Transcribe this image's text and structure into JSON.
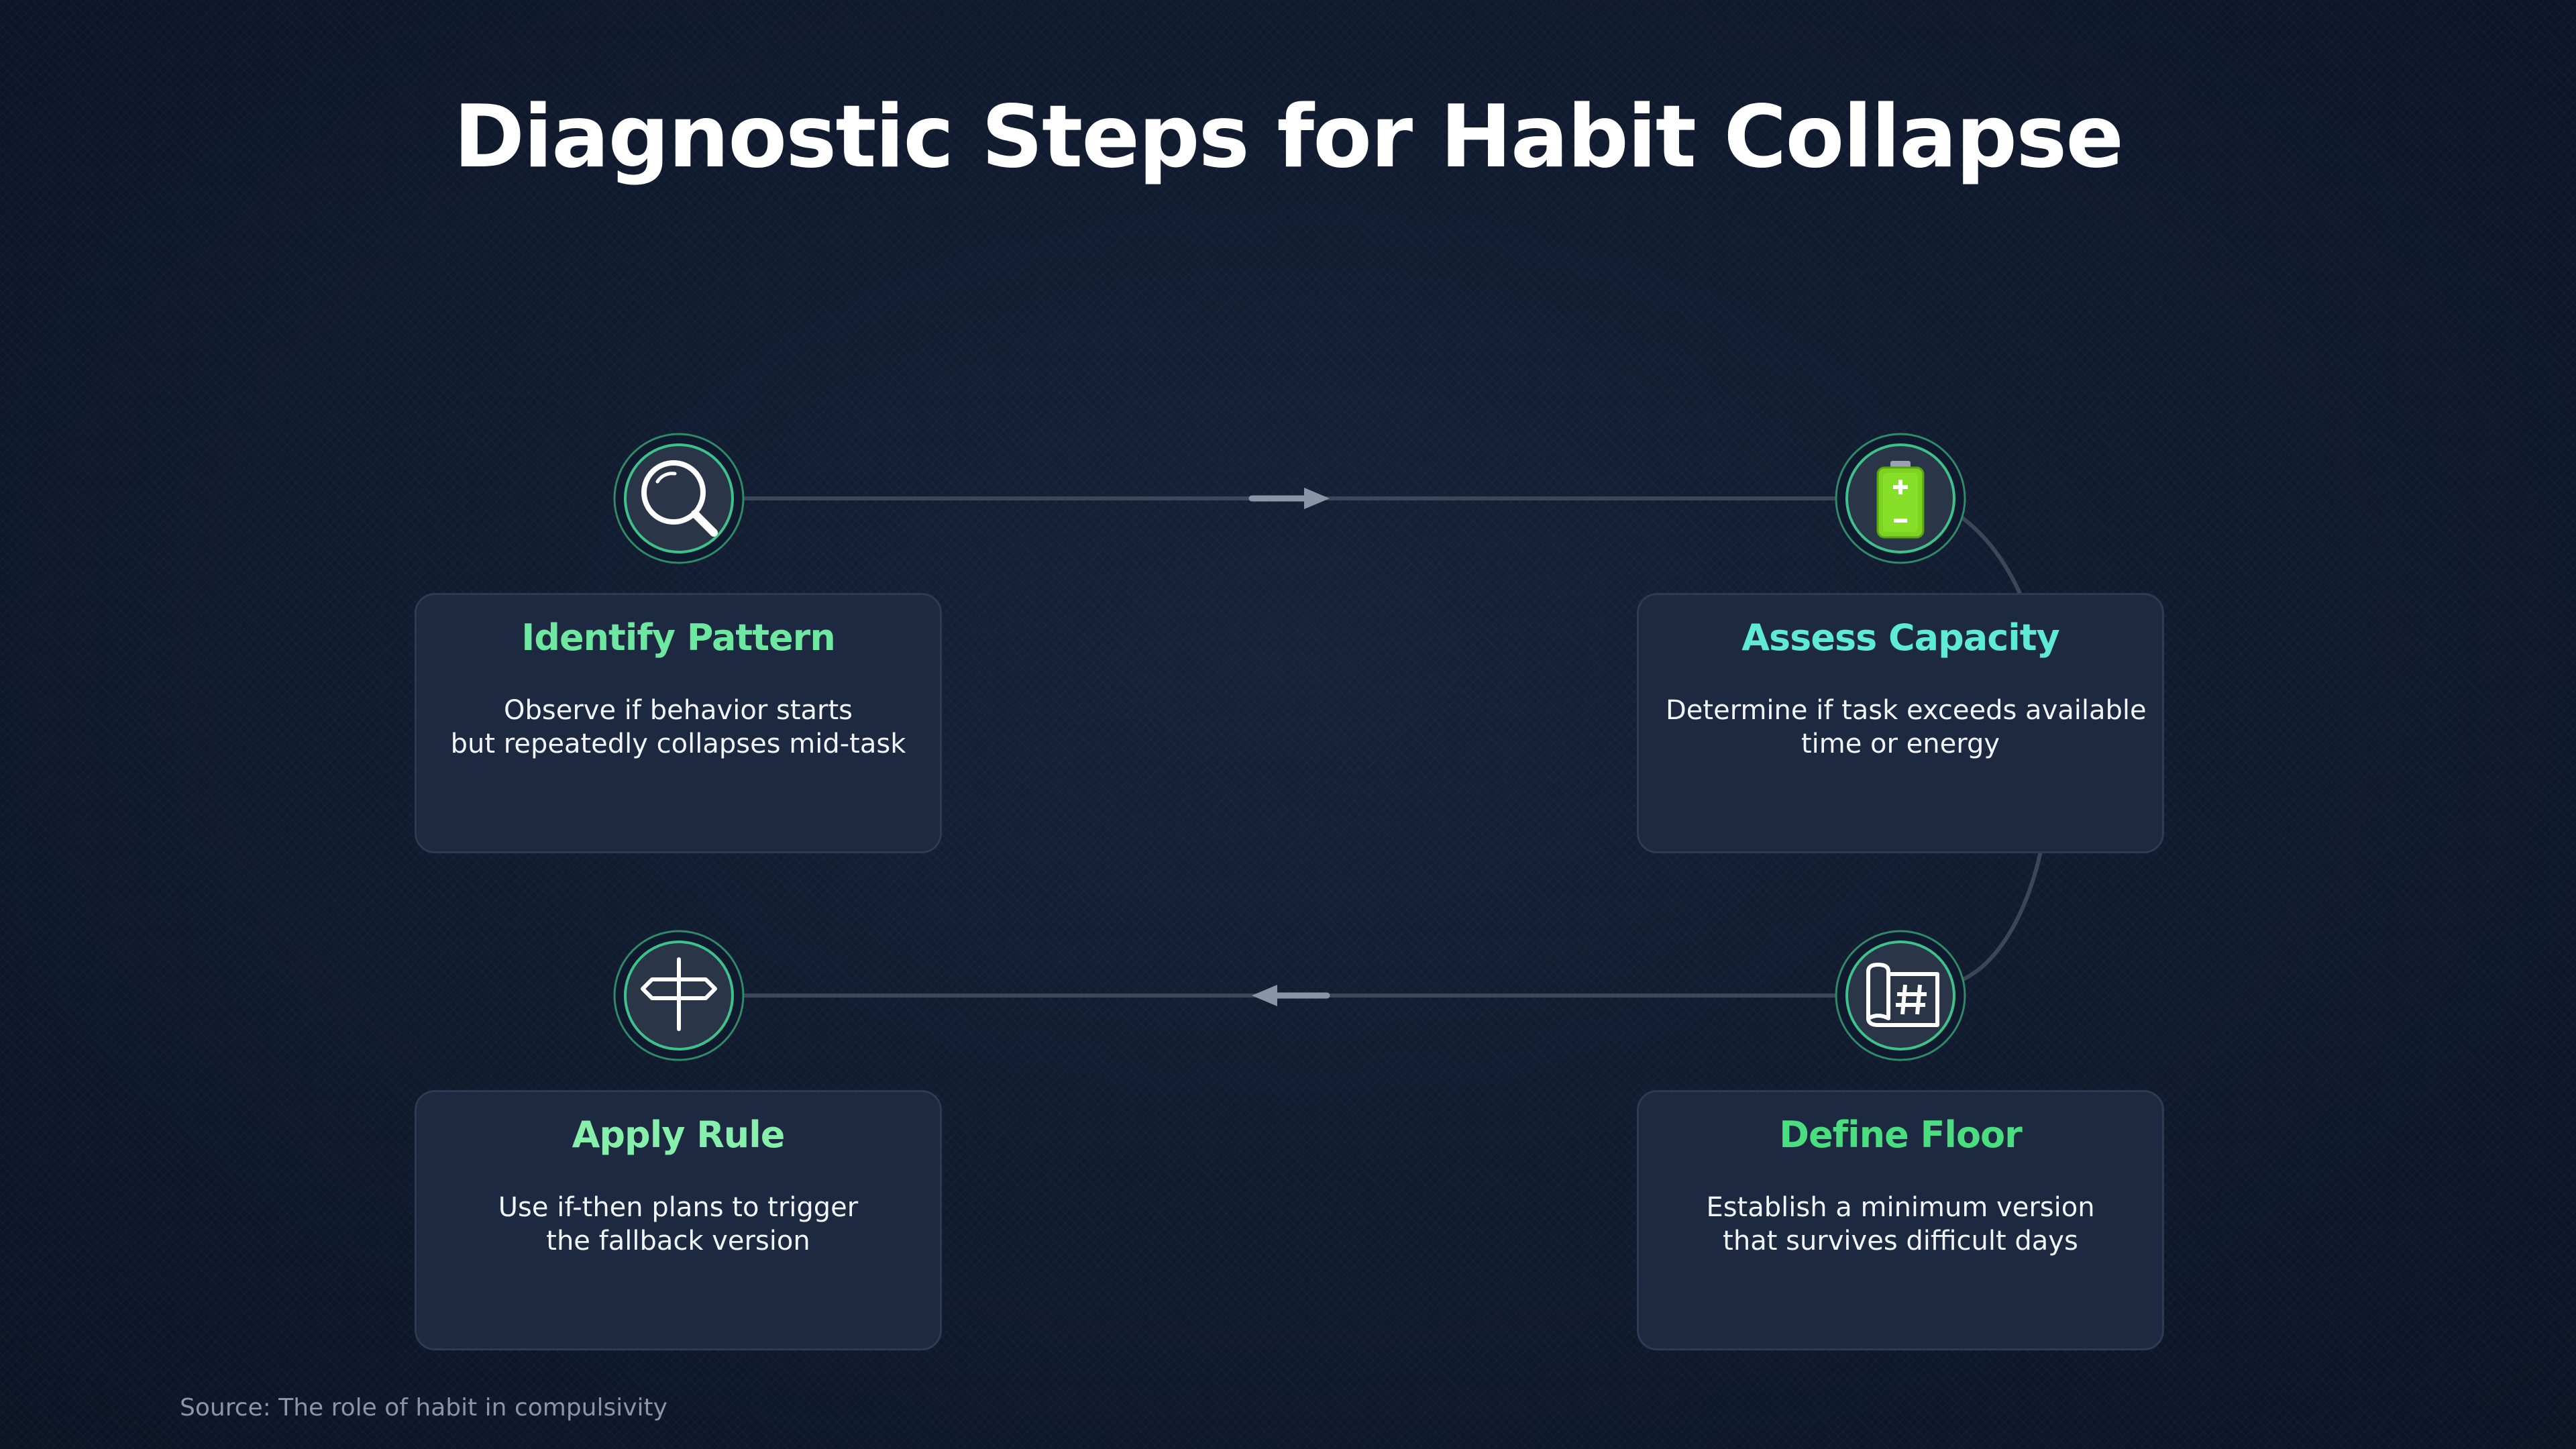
{
  "title": "Diagnostic Steps for Habit Collapse",
  "colors": {
    "background": "#101a2e",
    "card_background": "#1c2940",
    "card_border": "#2d3a52",
    "accent_green": "#4ade80",
    "accent_teal": "#5eead4",
    "connector": "#3b4659",
    "arrow": "#8a95a8"
  },
  "steps": [
    {
      "title": "Identify Pattern",
      "title_color": "#6ee7a1",
      "icon": "magnifying-glass-icon",
      "description": [
        "Observe if behavior starts",
        "but repeatedly collapses mid-task"
      ]
    },
    {
      "title": "Assess Capacity",
      "title_color": "#5eead4",
      "icon": "battery-icon",
      "description": [
        "Determine if task exceeds available",
        "time or energy"
      ]
    },
    {
      "title": "Define Floor",
      "title_color": "#4ade80",
      "icon": "blueprint-icon",
      "description": [
        "Establish a minimum version",
        "that survives difficult days"
      ]
    },
    {
      "title": "Apply Rule",
      "title_color": "#86efac",
      "icon": "signpost-icon",
      "description": [
        "Use if-then plans to trigger",
        "the fallback version"
      ]
    }
  ],
  "source": "Source: The role of habit in compulsivity"
}
